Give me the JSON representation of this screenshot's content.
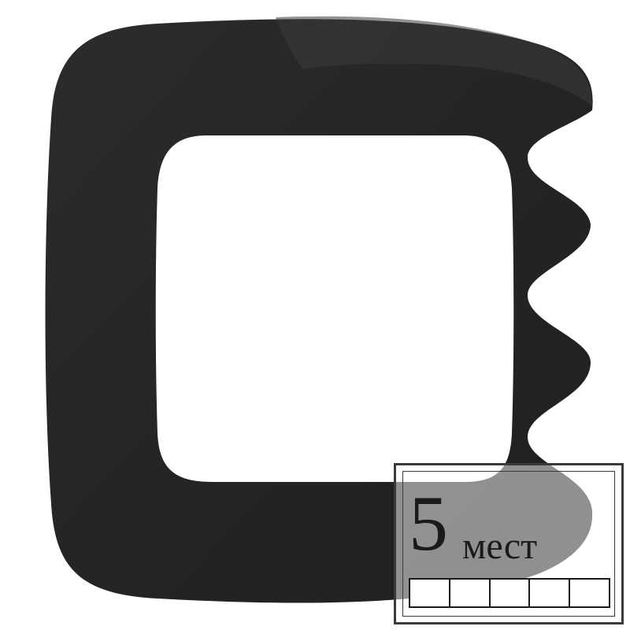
{
  "frame": {
    "color": "#262727",
    "highlight": "#3a3b3b",
    "opening_color": "#ffffff"
  },
  "watermark": {
    "number": "5",
    "word": "мест",
    "cell_count": 5,
    "border_color": "#3a3a3a"
  }
}
